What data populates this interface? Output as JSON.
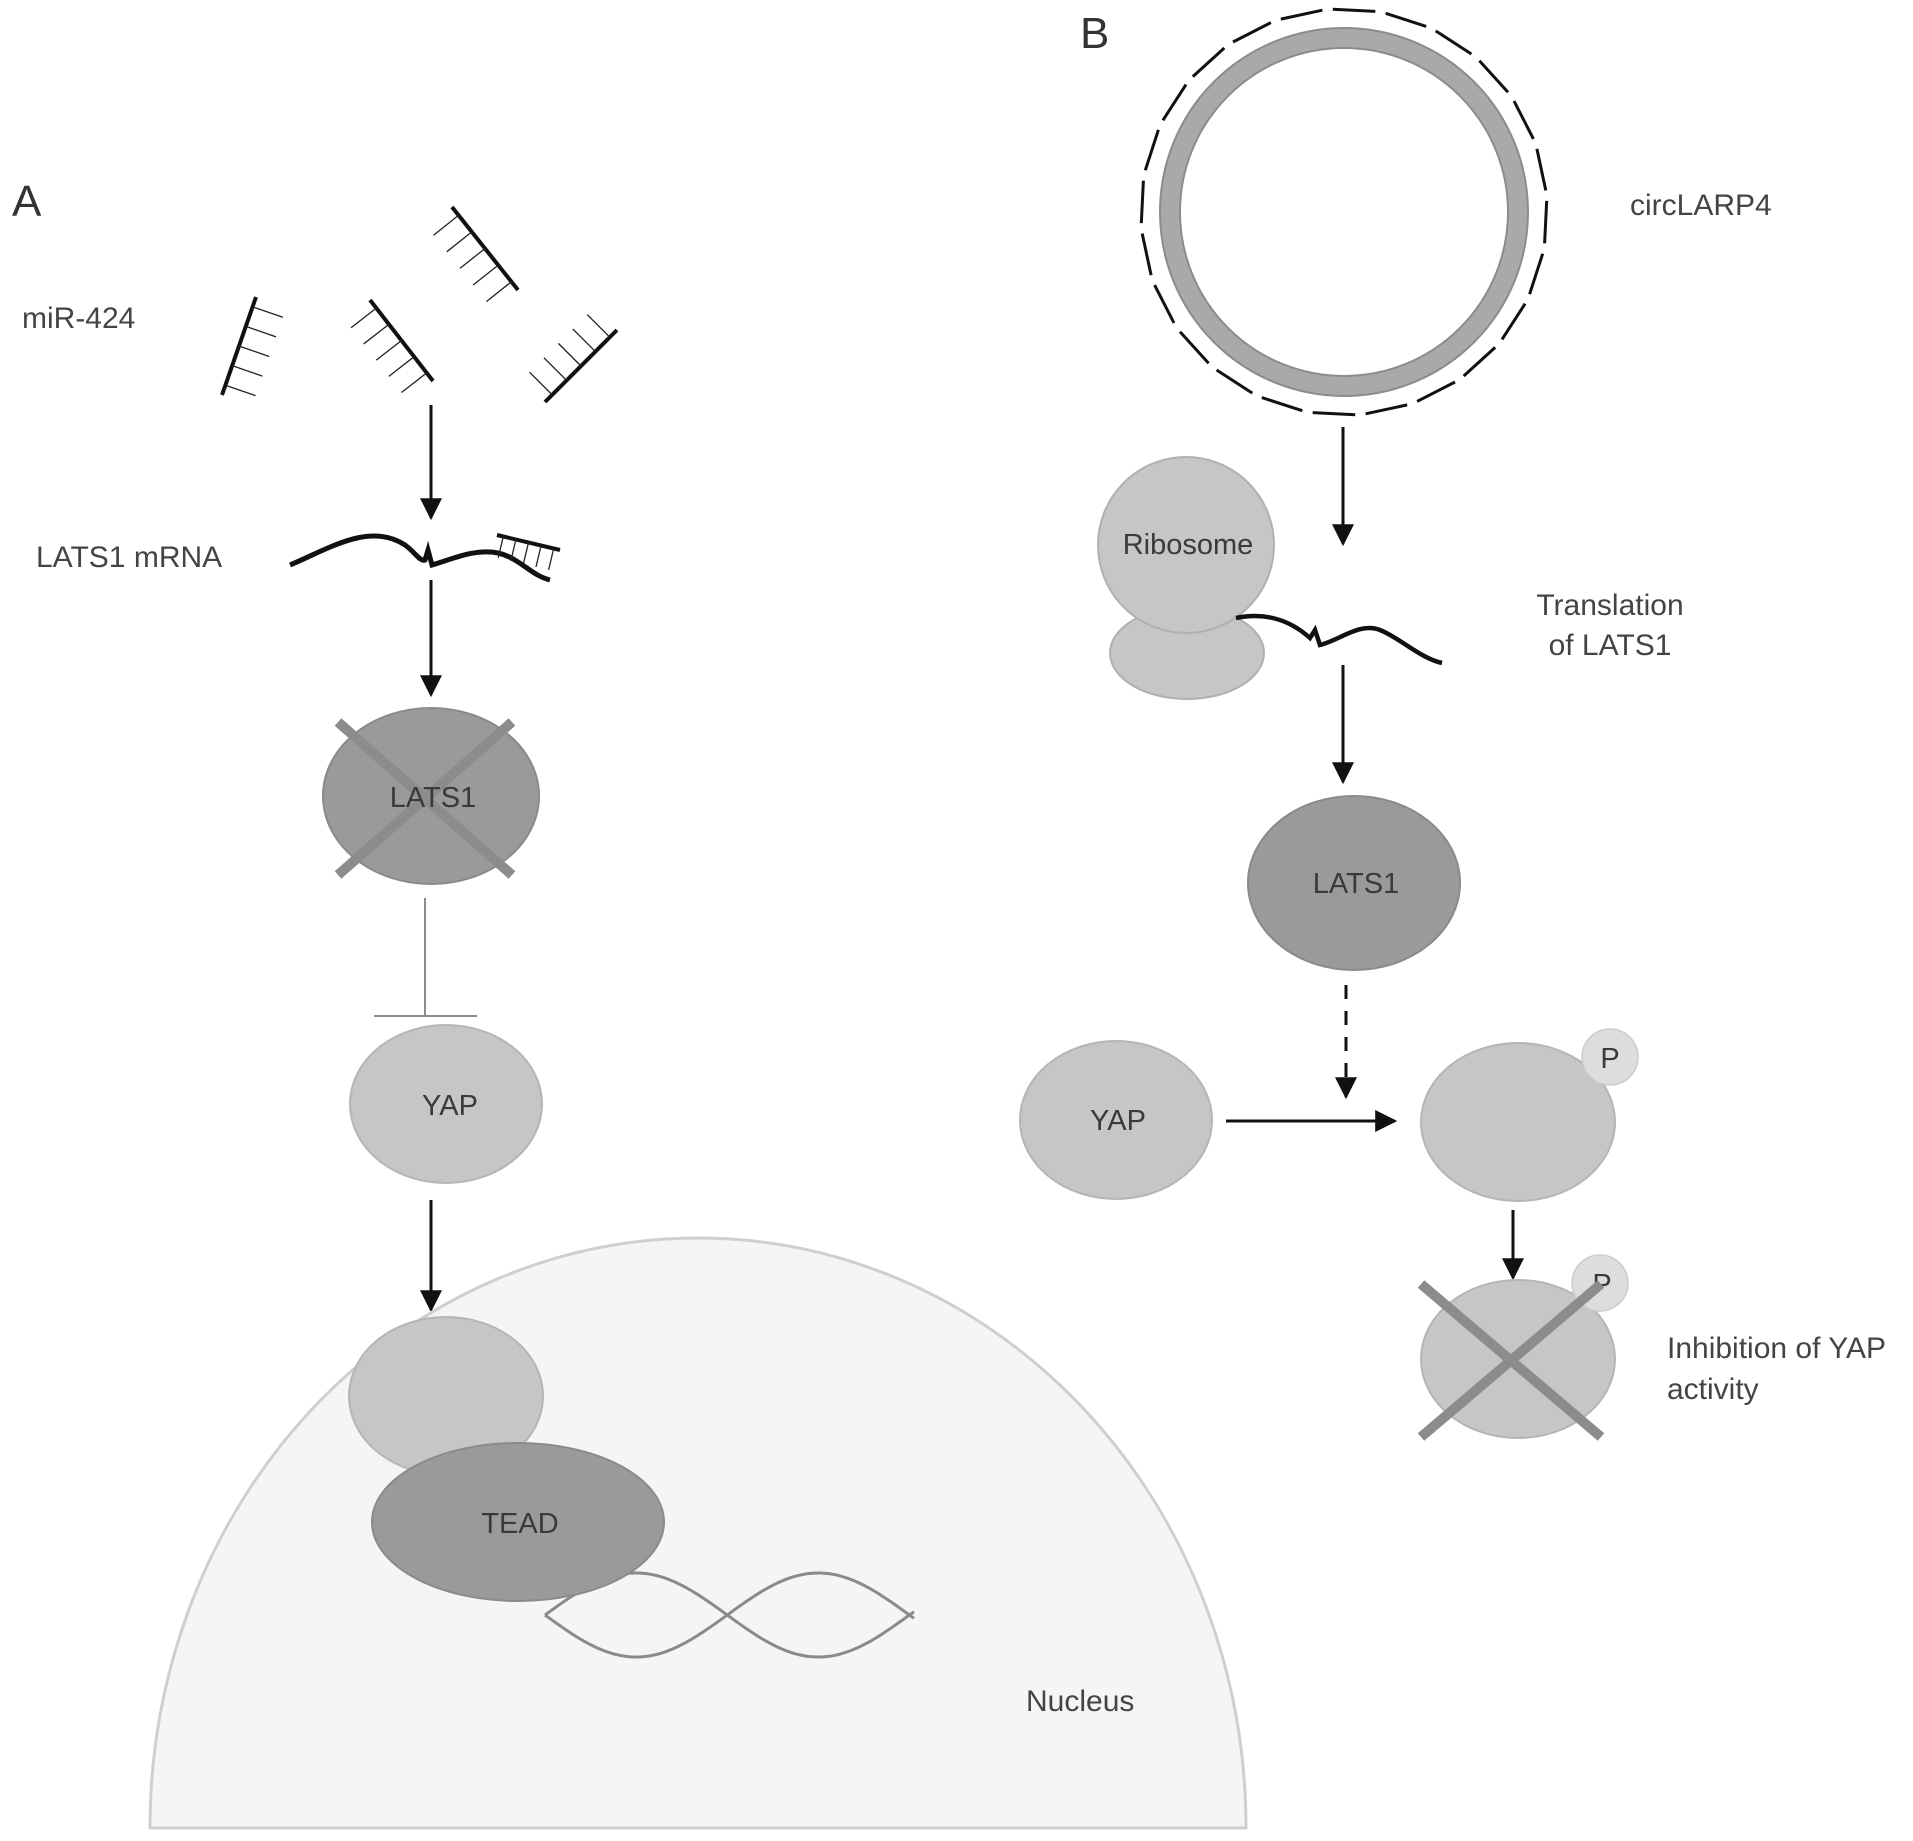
{
  "panel_a": {
    "letter": "A",
    "mirna_label": "miR-424",
    "mrna_label": "LATS1 mRNA",
    "lats1_label": "LATS1",
    "yap_label": "YAP",
    "tead_label": "TEAD",
    "nucleus_label": "Nucleus"
  },
  "panel_b": {
    "letter": "B",
    "circ_label": "circLARP4",
    "ribosome_label": "Ribosome",
    "translation_line1": "Translation",
    "translation_line2": "of LATS1",
    "lats1_label": "LATS1",
    "yap_label": "YAP",
    "p_label_1": "P",
    "p_label_2": "P",
    "inhibition_line1": "Inhibition of YAP",
    "inhibition_line2": "activity"
  },
  "colors": {
    "dark_protein": "#9a9a9a",
    "light_protein": "#c6c6c6",
    "nucleus_fill": "#f5f5f5",
    "circ_ring": "#a9a9a9",
    "p_circle": "#dddddd",
    "cross": "#8c8c8c"
  }
}
